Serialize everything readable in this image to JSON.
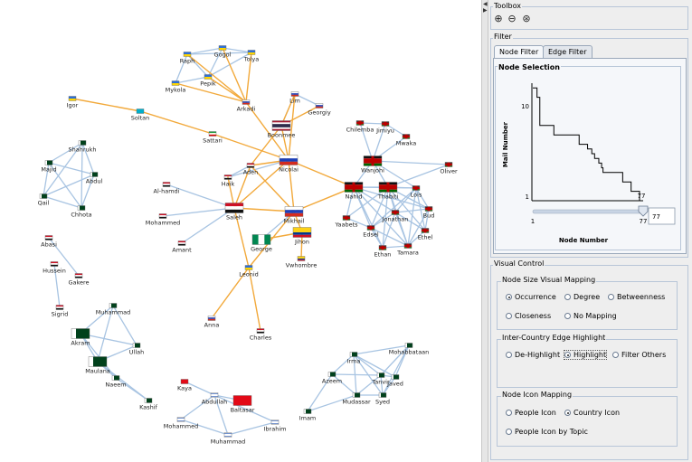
{
  "toolbox": {
    "title": "Toolbox",
    "tools": [
      {
        "name": "zoom-in-icon",
        "glyph": "⊕"
      },
      {
        "name": "zoom-out-icon",
        "glyph": "⊖"
      },
      {
        "name": "zoom-fit-icon",
        "glyph": "⊛"
      }
    ]
  },
  "filter": {
    "title": "Filter",
    "tabs": [
      {
        "label": "Node Filter",
        "active": true
      },
      {
        "label": "Edge Filter",
        "active": false
      }
    ],
    "node_selection": {
      "title": "Node Selection",
      "slider_value": "77",
      "slider_min_label": "1",
      "slider_max_label": "77",
      "top_value_label": "77"
    }
  },
  "chart_data": {
    "type": "line",
    "xlabel": "Node Number",
    "ylabel": "Mail Number",
    "x_ticks": [
      "1",
      "77"
    ],
    "y_ticks": [
      "1",
      "10"
    ],
    "xlim": [
      1,
      77
    ],
    "ylim": [
      0,
      12.5
    ],
    "step": "post",
    "x": [
      1,
      4,
      6,
      16,
      19,
      34,
      38,
      40,
      43,
      45,
      48,
      50,
      51,
      58,
      65,
      71,
      77
    ],
    "y": [
      12,
      11,
      8,
      7,
      7,
      6,
      6,
      5.5,
      5,
      4.5,
      4,
      3.5,
      3,
      3,
      2,
      1,
      1
    ]
  },
  "visual_control": {
    "title": "Visual Control",
    "node_size": {
      "title": "Node Size Visual Mapping",
      "options": [
        {
          "label": "Occurrence",
          "selected": true
        },
        {
          "label": "Degree",
          "selected": false
        },
        {
          "label": "Betweenness",
          "selected": false
        },
        {
          "label": "Closeness",
          "selected": false
        },
        {
          "label": "No Mapping",
          "selected": false
        }
      ]
    },
    "edge_highlight": {
      "title": "Inter-Country Edge Highlight",
      "options": [
        {
          "label": "De-Highlight",
          "selected": false
        },
        {
          "label": "Highlight",
          "selected": true
        },
        {
          "label": "Filter Others",
          "selected": false
        }
      ]
    },
    "icon_mapping": {
      "title": "Node Icon Mapping",
      "options": [
        {
          "label": "People Icon",
          "selected": false
        },
        {
          "label": "Country Icon",
          "selected": true
        },
        {
          "label": "People Icon by Topic",
          "selected": false
        }
      ]
    }
  },
  "colors": {
    "inter_country_edge": "#f2a93b",
    "intra_country_edge": "#a8c4e2",
    "panel_bg": "#eeeeee",
    "group_border": "#b8c6d8"
  },
  "graph": {
    "nodes": [
      {
        "id": "gogol",
        "label": "Gogol",
        "flag": "ua"
      },
      {
        "id": "raph",
        "label": "Raph",
        "flag": "ua"
      },
      {
        "id": "tolya",
        "label": "Tolya",
        "flag": "ua"
      },
      {
        "id": "pepik",
        "label": "Pepik",
        "flag": "ua"
      },
      {
        "id": "mykola",
        "label": "Mykola",
        "flag": "ua"
      },
      {
        "id": "arkadi",
        "label": "Arkadi",
        "flag": "ru"
      },
      {
        "id": "lim",
        "label": "Lim",
        "flag": "ru"
      },
      {
        "id": "georgiy",
        "label": "Georgiy",
        "flag": "ru"
      },
      {
        "id": "boonmee",
        "label": "Boonmee",
        "flag": "th"
      },
      {
        "id": "igor",
        "label": "Igor",
        "flag": "ua"
      },
      {
        "id": "soltan",
        "label": "Soltan",
        "flag": "kz"
      },
      {
        "id": "sattari",
        "label": "Sattari",
        "flag": "ir"
      },
      {
        "id": "aden",
        "label": "Aden",
        "flag": "ye"
      },
      {
        "id": "nicolai",
        "label": "Nicolai",
        "flag": "ru"
      },
      {
        "id": "haik",
        "label": "Haik",
        "flag": "eg"
      },
      {
        "id": "alhamdi",
        "label": "Al-hamdi",
        "flag": "ye"
      },
      {
        "id": "saleh",
        "label": "Saleh",
        "flag": "ye"
      },
      {
        "id": "mikhail",
        "label": "Mikhail",
        "flag": "ru"
      },
      {
        "id": "mohammed1",
        "label": "Mohammed",
        "flag": "ye"
      },
      {
        "id": "amant",
        "label": "Amant",
        "flag": "ye"
      },
      {
        "id": "jihon",
        "label": "Jihon",
        "flag": "co"
      },
      {
        "id": "george",
        "label": "George",
        "flag": "ng"
      },
      {
        "id": "vwhombre",
        "label": "Vwhombre",
        "flag": "co"
      },
      {
        "id": "leonid",
        "label": "Leonid",
        "flag": "ua"
      },
      {
        "id": "anna",
        "label": "Anna",
        "flag": "ru"
      },
      {
        "id": "charles",
        "label": "Charles",
        "flag": "ye"
      },
      {
        "id": "chilemba",
        "label": "Chilemba",
        "flag": "ke"
      },
      {
        "id": "jimiyu",
        "label": "Jimiyu",
        "flag": "ke"
      },
      {
        "id": "mwaka",
        "label": "Mwaka",
        "flag": "ke"
      },
      {
        "id": "wanjohi",
        "label": "Wanjohi",
        "flag": "ke"
      },
      {
        "id": "oliver",
        "label": "Oliver",
        "flag": "ke"
      },
      {
        "id": "nahid",
        "label": "Nahid",
        "flag": "ke"
      },
      {
        "id": "thabiti",
        "label": "Thabiti",
        "flag": "ke"
      },
      {
        "id": "lois",
        "label": "Lois",
        "flag": "ke"
      },
      {
        "id": "jonathan",
        "label": "Jonathan",
        "flag": "ke"
      },
      {
        "id": "bud",
        "label": "Bud",
        "flag": "ke"
      },
      {
        "id": "yaabets",
        "label": "Yaabets",
        "flag": "ke"
      },
      {
        "id": "edsel",
        "label": "Edsel",
        "flag": "ke"
      },
      {
        "id": "ethel",
        "label": "Ethel",
        "flag": "ke"
      },
      {
        "id": "ethan",
        "label": "Ethan",
        "flag": "ke"
      },
      {
        "id": "tamara",
        "label": "Tamara",
        "flag": "ke"
      },
      {
        "id": "shahrukh",
        "label": "Shahrukh",
        "flag": "pk"
      },
      {
        "id": "majid",
        "label": "Majid",
        "flag": "pk"
      },
      {
        "id": "abdul",
        "label": "Abdul",
        "flag": "pk"
      },
      {
        "id": "qail",
        "label": "Qail",
        "flag": "pk"
      },
      {
        "id": "chhota",
        "label": "Chhota",
        "flag": "pk"
      },
      {
        "id": "abasi",
        "label": "Abasi",
        "flag": "ye"
      },
      {
        "id": "hussein",
        "label": "Hussein",
        "flag": "ye"
      },
      {
        "id": "gakere",
        "label": "Gakere",
        "flag": "ye"
      },
      {
        "id": "sigrid",
        "label": "Sigrid",
        "flag": "ye"
      },
      {
        "id": "muhammad1",
        "label": "Muhammad",
        "flag": "pk"
      },
      {
        "id": "akram",
        "label": "Akram",
        "flag": "pk"
      },
      {
        "id": "ullah",
        "label": "Ullah",
        "flag": "pk"
      },
      {
        "id": "maulana",
        "label": "Maulana",
        "flag": "pk"
      },
      {
        "id": "naeem",
        "label": "Naeem",
        "flag": "pk"
      },
      {
        "id": "kashif",
        "label": "Kashif",
        "flag": "pk"
      },
      {
        "id": "kaya",
        "label": "Kaya",
        "flag": "tr"
      },
      {
        "id": "abdullah",
        "label": "Abdullah",
        "flag": "il"
      },
      {
        "id": "baltasar",
        "label": "Baltasar",
        "flag": "tr"
      },
      {
        "id": "mohammed2",
        "label": "Mohammed",
        "flag": "il"
      },
      {
        "id": "ibrahim",
        "label": "Ibrahim",
        "flag": "il"
      },
      {
        "id": "muhammad2",
        "label": "Muhammad",
        "flag": "il"
      },
      {
        "id": "irma",
        "label": "Irma",
        "flag": "pk"
      },
      {
        "id": "mohabbataan",
        "label": "Mohabbataan",
        "flag": "pk"
      },
      {
        "id": "tanvir",
        "label": "Tanvir",
        "flag": "pk"
      },
      {
        "id": "azeem",
        "label": "Azeem",
        "flag": "pk"
      },
      {
        "id": "javed",
        "label": "Javed",
        "flag": "pk"
      },
      {
        "id": "mudassar",
        "label": "Mudassar",
        "flag": "pk"
      },
      {
        "id": "syed",
        "label": "Syed",
        "flag": "pk"
      },
      {
        "id": "imam",
        "label": "Imam",
        "flag": "pk"
      }
    ]
  }
}
